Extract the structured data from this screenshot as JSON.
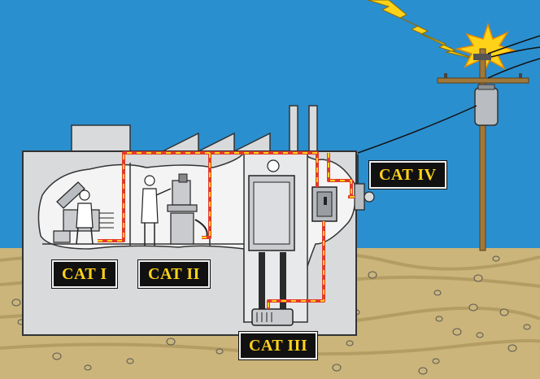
{
  "diagram": {
    "labels": {
      "cat1": "CAT I",
      "cat2": "CAT II",
      "cat3": "CAT III",
      "cat4": "CAT IV"
    },
    "colors": {
      "sky": "#2a8fcf",
      "ground": "#cbb57a",
      "building": "#d9dadc",
      "wire": "#e23a2a",
      "wire_dash": "#ffd21a",
      "label_bg": "#111111",
      "label_text": "#ffd21a",
      "lightning": "#ffd21a"
    },
    "icons": [
      "lightning-icon",
      "utility-pole-icon",
      "transformer-icon",
      "electrical-panel-icon",
      "motor-icon",
      "drill-press-icon",
      "worker-icon",
      "computer-icon"
    ]
  }
}
